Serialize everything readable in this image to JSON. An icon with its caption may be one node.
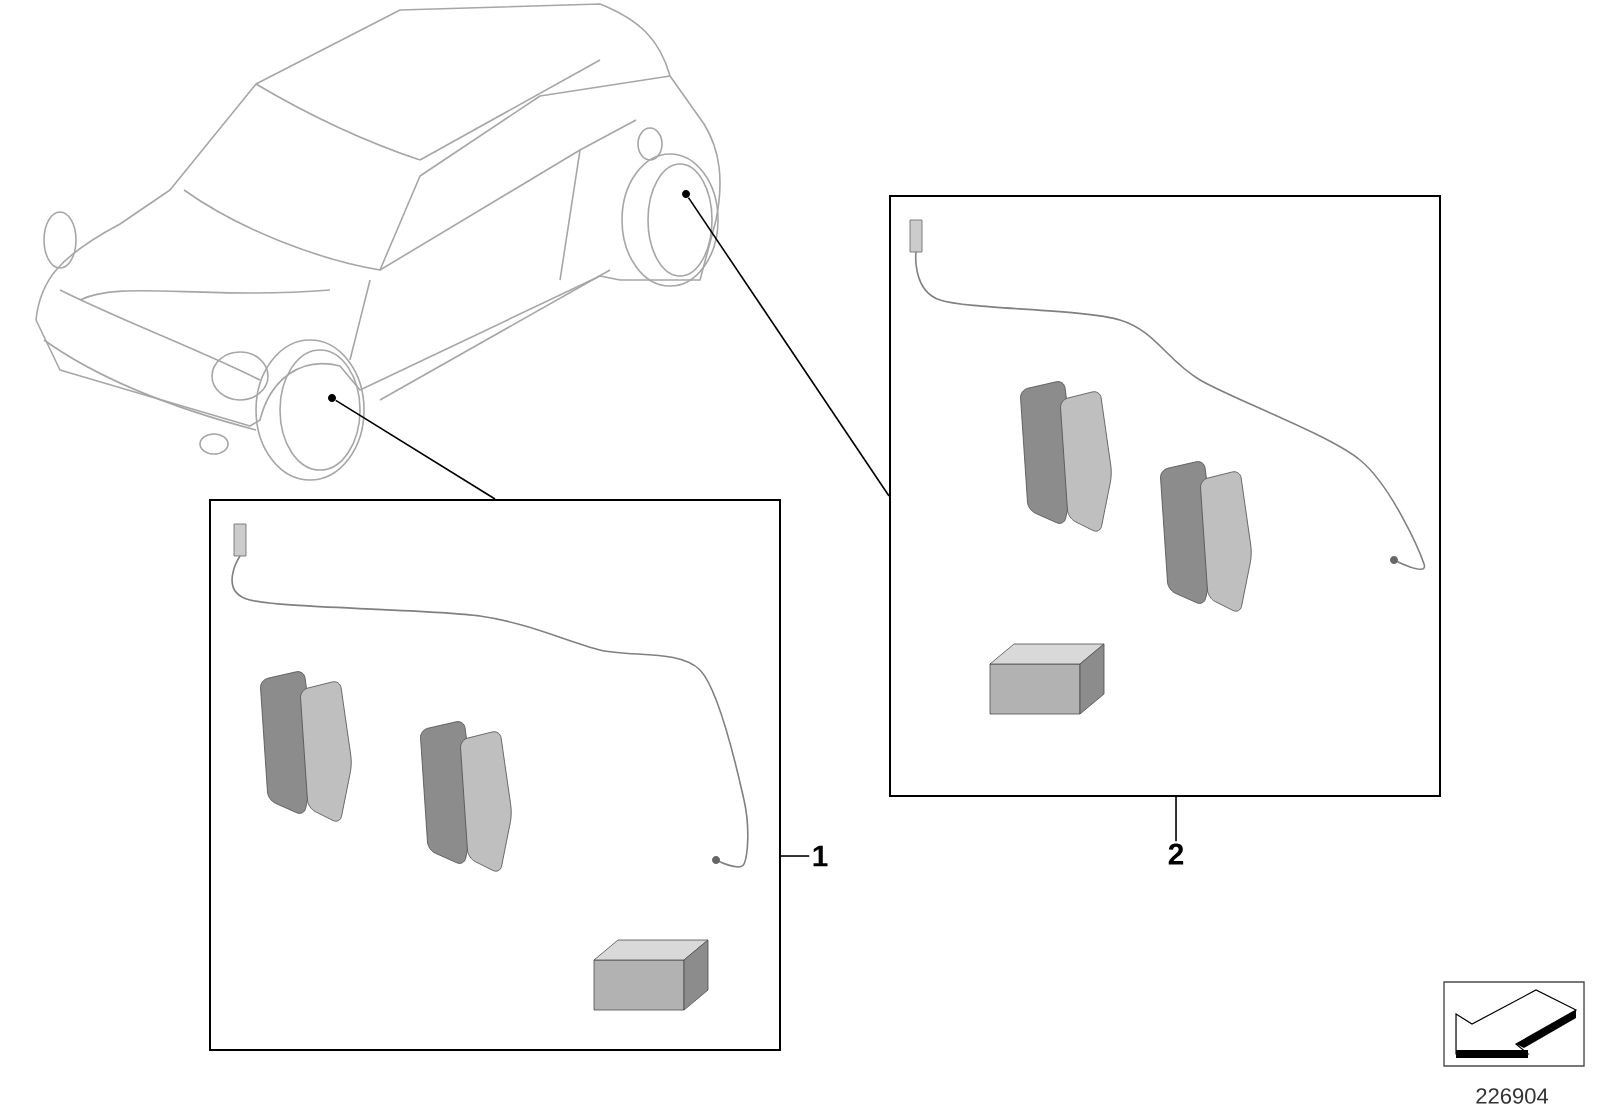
{
  "diagram": {
    "nodes": [
      {
        "text": [],
        "shape": "circle"
      },
      {
        "text": [],
        "shape": "circle"
      },
      {
        "text": [],
        "shape": "box"
      },
      {
        "text": [],
        "shape": "box"
      },
      {
        "text": [
          "1"
        ]
      },
      {
        "text": [
          "2"
        ]
      }
    ],
    "edges": [
      {
        "from": 0,
        "to": 2,
        "arrow": "none"
      },
      {
        "from": 1,
        "to": 3,
        "arrow": "none"
      },
      {
        "from": 4,
        "to": 2,
        "arrow": "none"
      },
      {
        "from": 5,
        "to": 3,
        "arrow": "none"
      }
    ],
    "labels": [
      "226904"
    ]
  }
}
